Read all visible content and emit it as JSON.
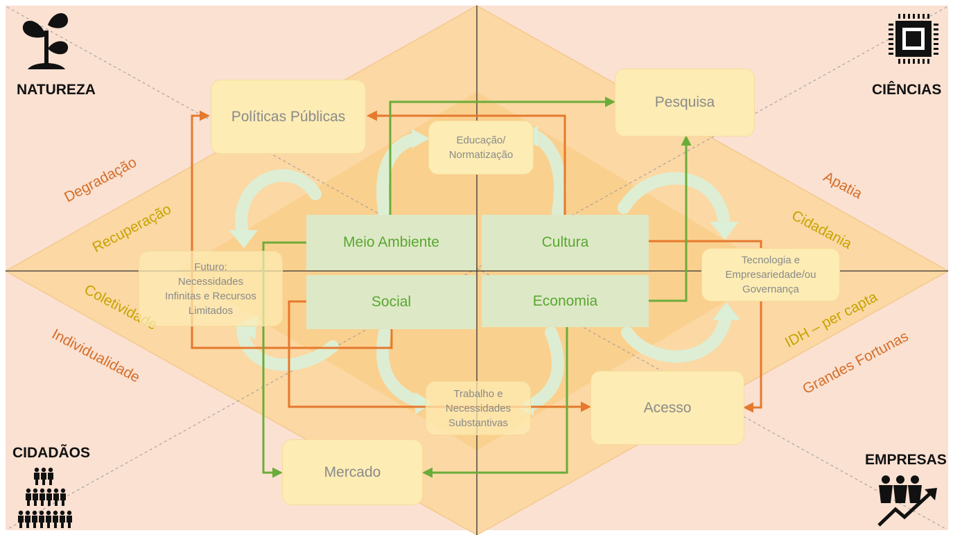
{
  "corners": {
    "top_left": {
      "label": "NATUREZA",
      "icon": "plant-icon"
    },
    "top_right": {
      "label": "CIÊNCIAS",
      "icon": "microchip-icon"
    },
    "bottom_left": {
      "label": "CIDADÃOS",
      "icon": "people-group-icon"
    },
    "bottom_right": {
      "label": "EMPRESAS",
      "icon": "business-growth-icon"
    }
  },
  "pillars": {
    "meio_ambiente": "Meio Ambiente",
    "cultura": "Cultura",
    "social": "Social",
    "economia": "Economia"
  },
  "boxes": {
    "politicas_publicas": "Políticas Públicas",
    "pesquisa": "Pesquisa",
    "acesso": "Acesso",
    "mercado": "Mercado",
    "educacao": "Educação/\nNormatização",
    "trabalho": "Trabalho e\nNecessidades\nSubstantivas",
    "futuro": "Futuro:\nNecessidades\nInfinitas e Recursos\nLimitados",
    "tecnologia": "Tecnologia e\nEmpresariedade/ou\nGovernança"
  },
  "side_labels": {
    "degradacao": "Degradação",
    "recuperacao": "Recuperação",
    "coletividade": "Coletividade",
    "individualidade": "Individualidade",
    "apatia": "Apatia",
    "cidadania": "Cidadania",
    "idh": "IDH – per capta",
    "grandes_fortunas": "Grandes Fortunas"
  },
  "colors": {
    "background": "#fae1d2",
    "outer_diamond": "#fbd8a4",
    "inner_diamond": "#f9ca7c",
    "cycle_arrow": "#dcefd7",
    "green_arrow": "#6aac3a",
    "orange_arrow": "#e5792d",
    "pillar_bg": "#dde9c6",
    "pillar_text": "#5aa631",
    "box_bg": "#fdecb4",
    "label_orange": "#d56e28",
    "label_gold": "#c7a300"
  }
}
